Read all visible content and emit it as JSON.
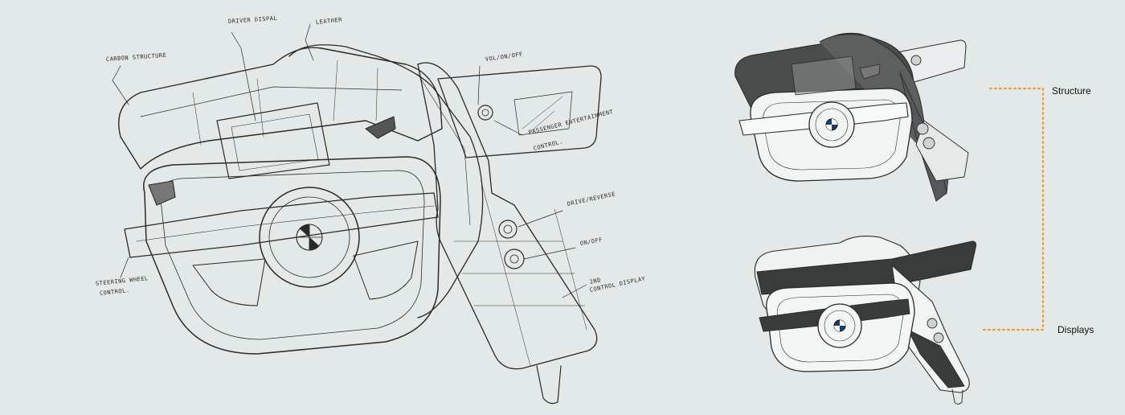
{
  "annotations": {
    "carbon_structure": "CARBON STRUCTURE",
    "driver_display": "DRIVER DISPAL",
    "leather": "LEATHER",
    "vol_on_off": "VOL/ON/OFF",
    "passenger_line1": "PASSENGER ENTERTAINMENT",
    "passenger_line2": "CONTROL.",
    "drive_reverse": "DRIVE/REVERSE",
    "on_off": "ON/OFF",
    "second_control_line1": "2ND",
    "second_control_line2": "CONTROL DISPLAY",
    "steering_control_line1": "STEERING WHEEL",
    "steering_control_line2": "CONTROL."
  },
  "legend": {
    "structure": "Structure",
    "displays": "Displays"
  },
  "colors": {
    "background": "#e3e9e8",
    "ink": "#2a2a2a",
    "bracket": "#f0a030",
    "carbon_fill": "#4a4c4c",
    "display_fill": "#3a3c3c"
  },
  "icons": {
    "logo": "roundel-icon"
  }
}
